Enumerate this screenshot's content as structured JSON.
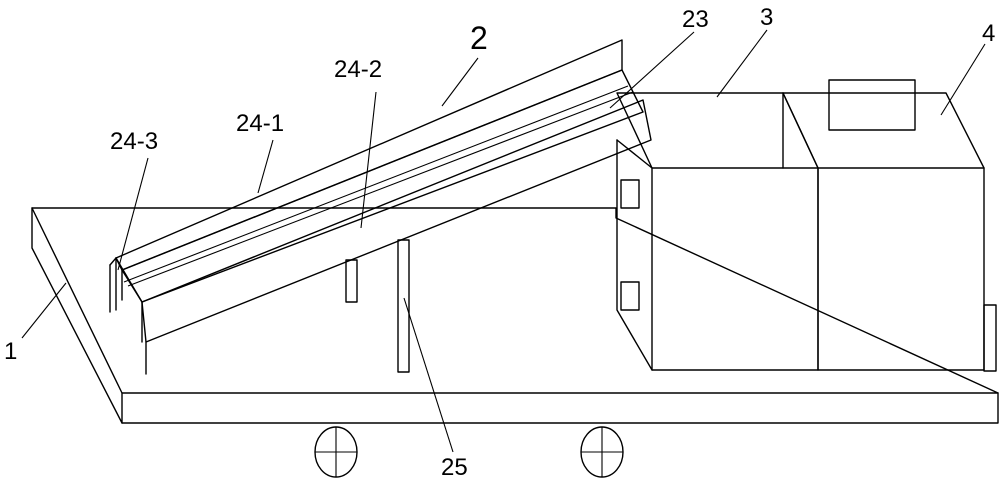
{
  "labels": {
    "l1": "1",
    "l2": "2",
    "l3": "3",
    "l4": "4",
    "l23": "23",
    "l24_1": "24-1",
    "l24_2": "24-2",
    "l24_3": "24-3",
    "l25": "25"
  },
  "colors": {
    "line": "#000000",
    "background": "#ffffff"
  }
}
